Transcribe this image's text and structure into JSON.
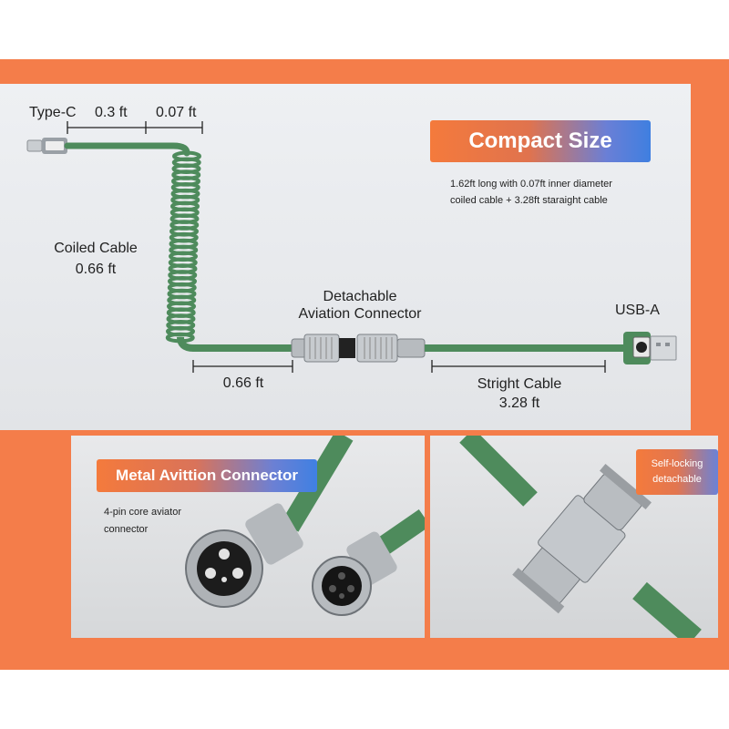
{
  "main": {
    "type_c_label": "Type-C",
    "dim_0_3": "0.3 ft",
    "dim_0_07": "0.07 ft",
    "coiled_label": "Coiled Cable",
    "coiled_len": "0.66 ft",
    "dim_bottom_066": "0.66 ft",
    "connector_line1": "Detachable",
    "connector_line2": "Aviation Connector",
    "usb_a_label": "USB-A",
    "straight_label": "Stright Cable",
    "straight_len": "3.28 ft",
    "badge_title": "Compact Size",
    "desc_line1": "1.62ft long with 0.07ft inner diameter",
    "desc_line2": "coiled cable + 3.28ft staraight cable"
  },
  "bottom_left": {
    "badge_title": "Metal Avittion Connector",
    "desc_line1": "4-pin core aviator",
    "desc_line2": "connector"
  },
  "bottom_right": {
    "badge_line1": "Self-locking",
    "badge_line2": "detachable"
  },
  "colors": {
    "background_orange": "#f47d4a",
    "cable_green": "#4e8b5c",
    "metal_silver": "#b8bcc0",
    "badge_orange": "#f47a3c",
    "badge_blue": "#3f7fe0"
  }
}
